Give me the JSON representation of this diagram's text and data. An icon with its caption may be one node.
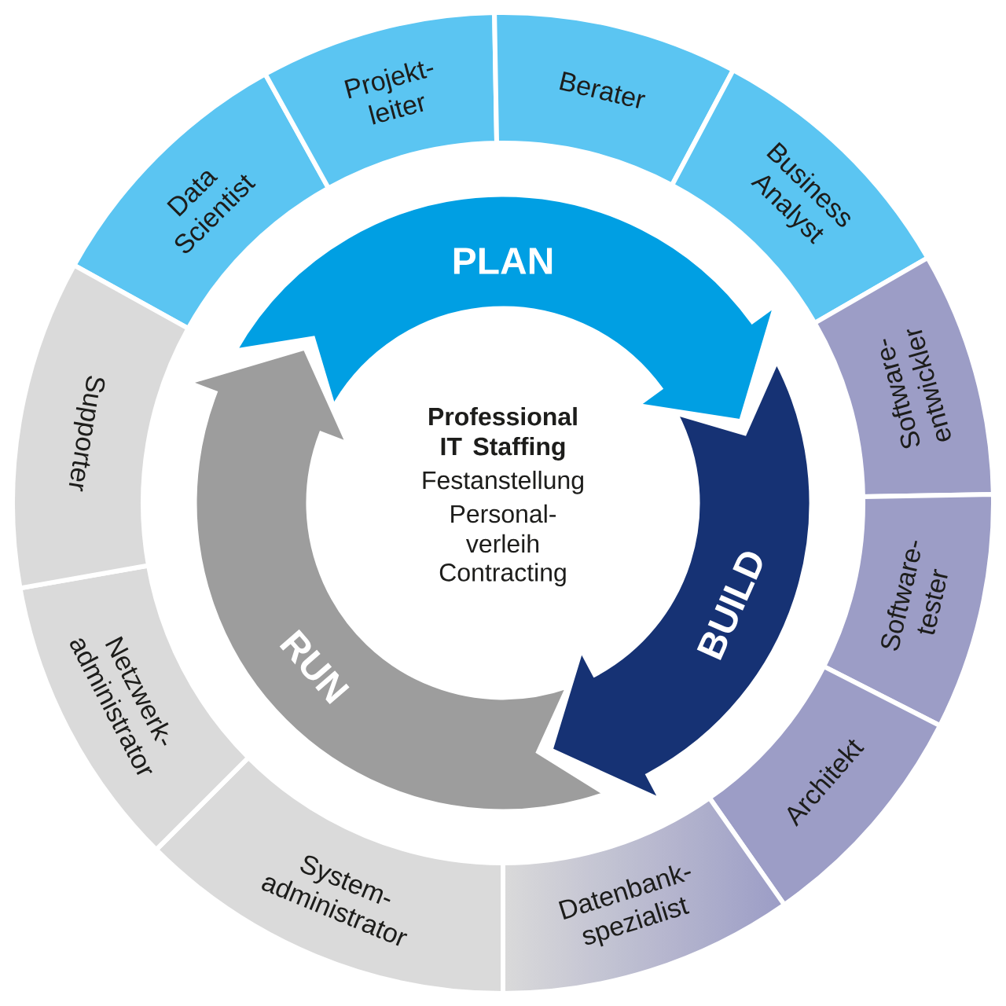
{
  "diagram": {
    "nodes": [
      {
        "text": [
          "Professional IT Staffing",
          "Festanstellung",
          "Personal- verleih",
          "Contracting"
        ]
      },
      {
        "text": [
          "PLAN"
        ]
      },
      {
        "text": [
          "BUILD"
        ]
      },
      {
        "text": [
          "RUN"
        ]
      },
      {
        "text": [
          "Data Scientist"
        ]
      },
      {
        "text": [
          "Projekt- leiter"
        ]
      },
      {
        "text": [
          "Berater"
        ]
      },
      {
        "text": [
          "Business Analyst"
        ]
      },
      {
        "text": [
          "Software- entwickler"
        ]
      },
      {
        "text": [
          "Software- tester"
        ]
      },
      {
        "text": [
          "Architekt"
        ]
      },
      {
        "text": [
          "Datenbank- spezialist"
        ]
      },
      {
        "text": [
          "System- administrator"
        ]
      },
      {
        "text": [
          "Netzwerk- administrator"
        ]
      },
      {
        "text": [
          "Supporter"
        ]
      }
    ],
    "edges": [
      {
        "from": 3,
        "to": 2,
        "arrow": "to"
      },
      {
        "from": 1,
        "to": 3,
        "arrow": "to"
      },
      {
        "from": 2,
        "to": 1,
        "arrow": "to"
      }
    ]
  }
}
